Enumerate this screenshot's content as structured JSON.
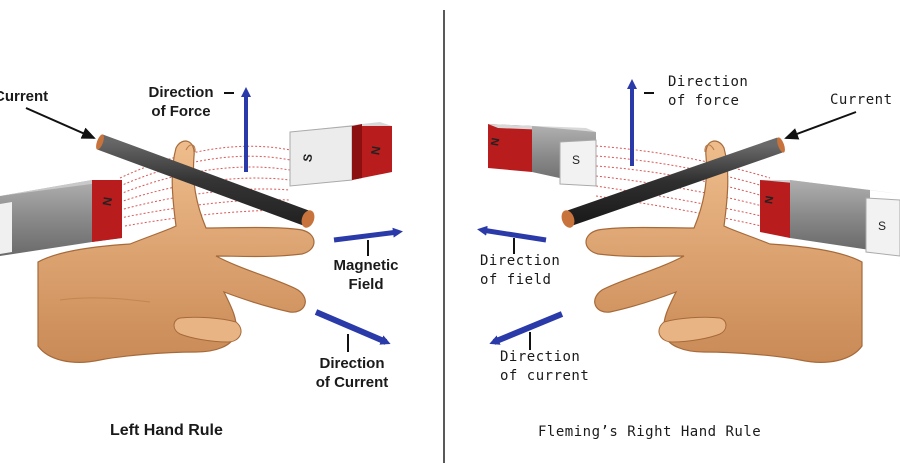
{
  "left_panel": {
    "label_current": "Current",
    "label_force": [
      "Direction",
      "of Force"
    ],
    "label_field": [
      "Magnetic",
      "Field"
    ],
    "label_direction_current": [
      "Direction",
      "of Current"
    ],
    "magnet_back": [
      "S",
      "N"
    ],
    "magnet_front": [
      "N"
    ],
    "caption": "Left Hand Rule"
  },
  "right_panel": {
    "label_current": "Current",
    "label_force": [
      "Direction",
      "of force"
    ],
    "label_field": [
      "Direction",
      "of field"
    ],
    "label_direction_current": [
      "Direction",
      "of current"
    ],
    "magnet_back": [
      "N",
      "S"
    ],
    "magnet_front": [
      "N",
      "S"
    ],
    "caption": "Fleming’s Right Hand Rule"
  },
  "colors": {
    "arrow_blue": "#2a3aa8",
    "magnet_red": "#b81c1c",
    "magnet_gray": "#8e8e8e",
    "field_lines": "#d43a3a",
    "skin": "#e3a774",
    "skin_shadow": "#b87848",
    "rod": "#3a3a3a",
    "rod_tip": "#c8723c"
  }
}
